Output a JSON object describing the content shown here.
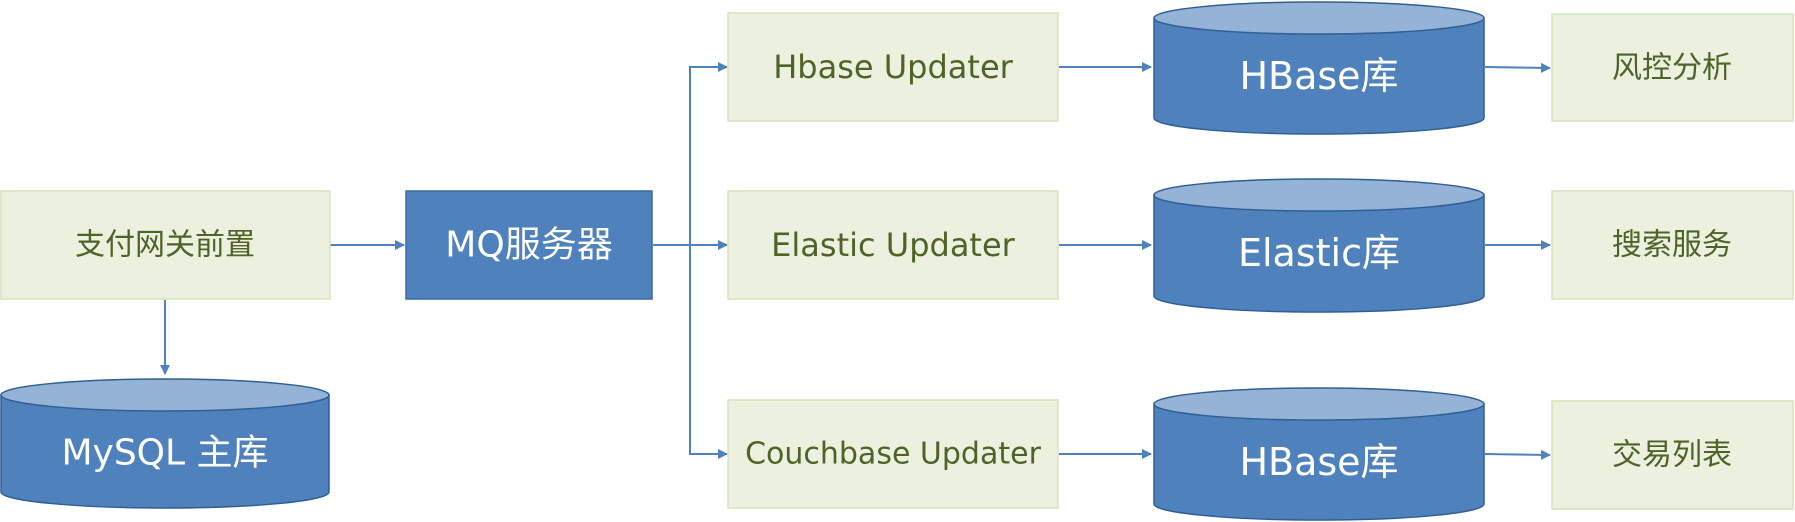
{
  "nodes": {
    "gateway": "支付网关前置",
    "mysql": "MySQL 主库",
    "mq": "MQ服务器",
    "hbase_updater": "Hbase Updater",
    "elastic_updater": "Elastic Updater",
    "couchbase_updater": "Couchbase Updater",
    "hbase_db_1": "HBase库",
    "elastic_db": "Elastic库",
    "hbase_db_2": "HBase库",
    "risk_analysis": "风控分析",
    "search_service": "搜索服务",
    "transaction_list": "交易列表"
  },
  "colors": {
    "light_box_fill": "#ebf1de",
    "light_box_text": "#4f6228",
    "dark_fill": "#4f81bd",
    "cylinder_top": "#95b3d7",
    "connector": "#4f81bd"
  }
}
